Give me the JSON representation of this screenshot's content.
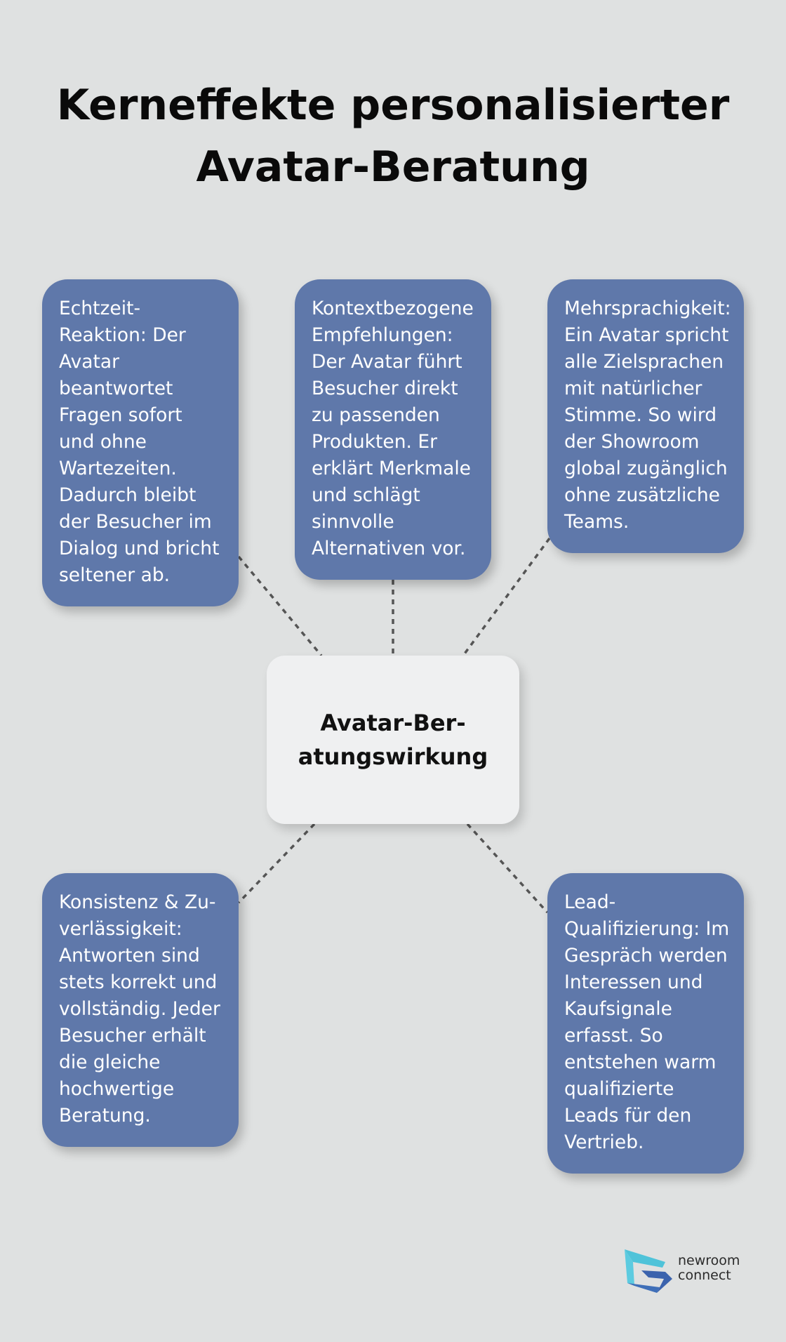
{
  "title_lines": [
    "Kerneffekte personalisierter",
    "Avatar-Beratung"
  ],
  "center": {
    "lines": [
      "Avatar-Ber-",
      "atungswirkung"
    ]
  },
  "cards": [
    {
      "lines": [
        "Echtzeit-",
        "Reaktion: Der",
        "Avatar",
        "beantwortet",
        "Fragen sofort",
        "und ohne",
        "Wartezeiten.",
        "Dadurch bleibt",
        "der Besucher im",
        "Dialog und bricht",
        "seltener ab."
      ]
    },
    {
      "lines": [
        "Kontextbezogene",
        "Empfehlungen:",
        "Der Avatar führt",
        "Besucher direkt",
        "zu passenden",
        "Produkten. Er",
        "erklärt Merkmale",
        "und schlägt",
        "sinnvolle",
        "Alternativen vor."
      ]
    },
    {
      "lines": [
        "Mehrsprachigkeit:",
        "Ein Avatar spricht",
        "alle Zielsprachen",
        "mit natürlicher",
        "Stimme. So wird",
        "der Showroom",
        "global zugänglich",
        "ohne zusätzliche",
        "Teams."
      ]
    },
    {
      "lines": [
        "Konsistenz & Zu-",
        "verlässigkeit:",
        "Antworten sind",
        "stets korrekt und",
        "vollständig. Jeder",
        "Besucher erhält",
        "die gleiche",
        "hochwertige",
        "Beratung."
      ]
    },
    {
      "lines": [
        "Lead-",
        "Qualifizierung: Im",
        "Gespräch werden",
        "Interessen und",
        "Kaufsignale",
        "erfasst. So",
        "entstehen warm",
        "qualifizierte",
        "Leads für den",
        "Vertrieb."
      ]
    }
  ],
  "logo": {
    "lines": [
      "newroom",
      "connect"
    ]
  },
  "colors": {
    "background": "#dfe1e1",
    "card": "#5f78aa",
    "center": "#eff0f1",
    "connector": "#555555",
    "logo_light": "#4fc3d9",
    "logo_dark": "#3f6fb8"
  }
}
